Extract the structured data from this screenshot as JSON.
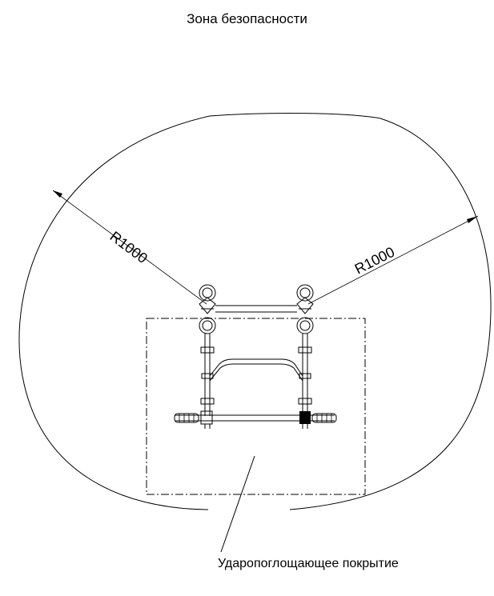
{
  "title": "Зона безопасности",
  "dimensions": {
    "left_radius": "R1000",
    "right_radius": "R1000"
  },
  "callout": {
    "label": "Ударопоглощающее покрытие"
  },
  "colors": {
    "stroke": "#000000",
    "background": "#ffffff"
  }
}
